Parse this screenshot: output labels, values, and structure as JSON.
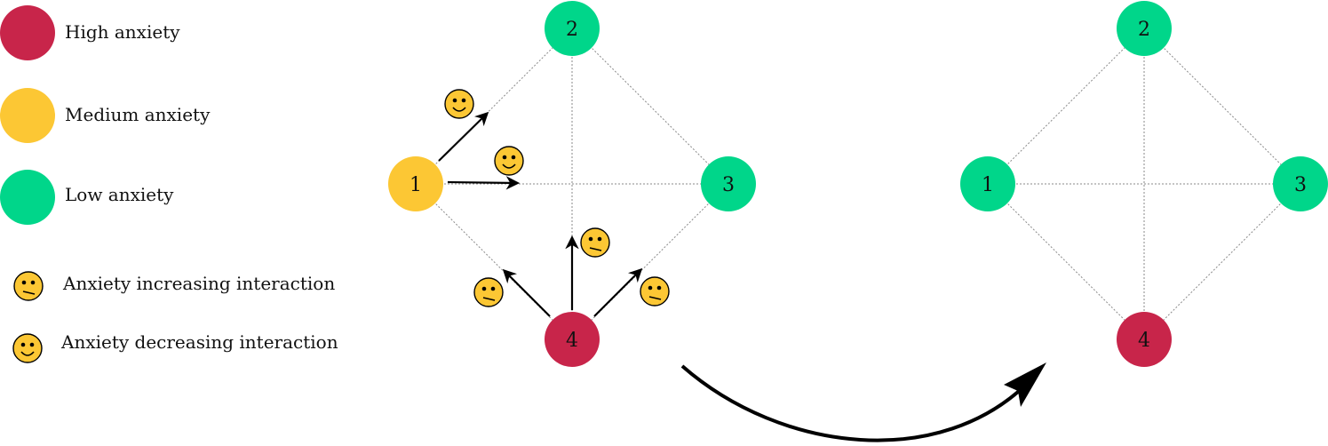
{
  "colors": {
    "high": "#C8254A",
    "medium": "#FCC734",
    "low": "#00D68A",
    "face": "#FCC734"
  },
  "legend": {
    "high_label": "High anxiety",
    "medium_label": "Medium anxiety",
    "low_label": "Low anxiety",
    "increasing_label": "Anxiety increasing interaction",
    "decreasing_label": "Anxiety decreasing interaction"
  },
  "left_graph": {
    "nodes": [
      {
        "label": "1",
        "level": "medium"
      },
      {
        "label": "2",
        "level": "low"
      },
      {
        "label": "3",
        "level": "low"
      },
      {
        "label": "4",
        "level": "high"
      }
    ],
    "interactions": [
      {
        "from": "1",
        "toward": "2",
        "effect": "decreasing"
      },
      {
        "from": "1",
        "toward": "3",
        "effect": "decreasing"
      },
      {
        "from": "4",
        "toward": "1",
        "effect": "increasing"
      },
      {
        "from": "4",
        "toward": "2",
        "effect": "increasing"
      },
      {
        "from": "4",
        "toward": "3",
        "effect": "increasing"
      }
    ]
  },
  "right_graph": {
    "nodes": [
      {
        "label": "1",
        "level": "low"
      },
      {
        "label": "2",
        "level": "low"
      },
      {
        "label": "3",
        "level": "low"
      },
      {
        "label": "4",
        "level": "high"
      }
    ]
  }
}
